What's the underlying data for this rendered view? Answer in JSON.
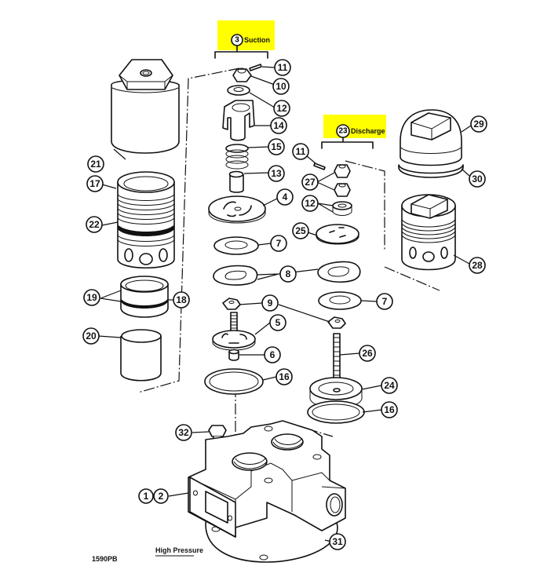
{
  "diagram": {
    "groups": {
      "suction": {
        "number": "3",
        "label": "Suction",
        "highlight_color": "#ffff00"
      },
      "discharge": {
        "number": "23",
        "label": "Discharge",
        "highlight_color": "#ffff00"
      }
    },
    "callouts": {
      "c11a": "11",
      "c10": "10",
      "c12a": "12",
      "c14": "14",
      "c15": "15",
      "c13": "13",
      "c4": "4",
      "c7a": "7",
      "c8": "8",
      "c9": "9",
      "c5": "5",
      "c6": "6",
      "c16a": "16",
      "c21": "21",
      "c17": "17",
      "c22": "22",
      "c19": "19",
      "c18": "18",
      "c20": "20",
      "c11b": "11",
      "c27": "27",
      "c12b": "12",
      "c25": "25",
      "c7b": "7",
      "c26": "26",
      "c24": "24",
      "c16b": "16",
      "c29": "29",
      "c30": "30",
      "c28": "28",
      "c32": "32",
      "c1": "1",
      "c2": "2",
      "c31": "31"
    },
    "footer": {
      "figure_id": "1590PB",
      "caption": "High Pressure"
    }
  }
}
